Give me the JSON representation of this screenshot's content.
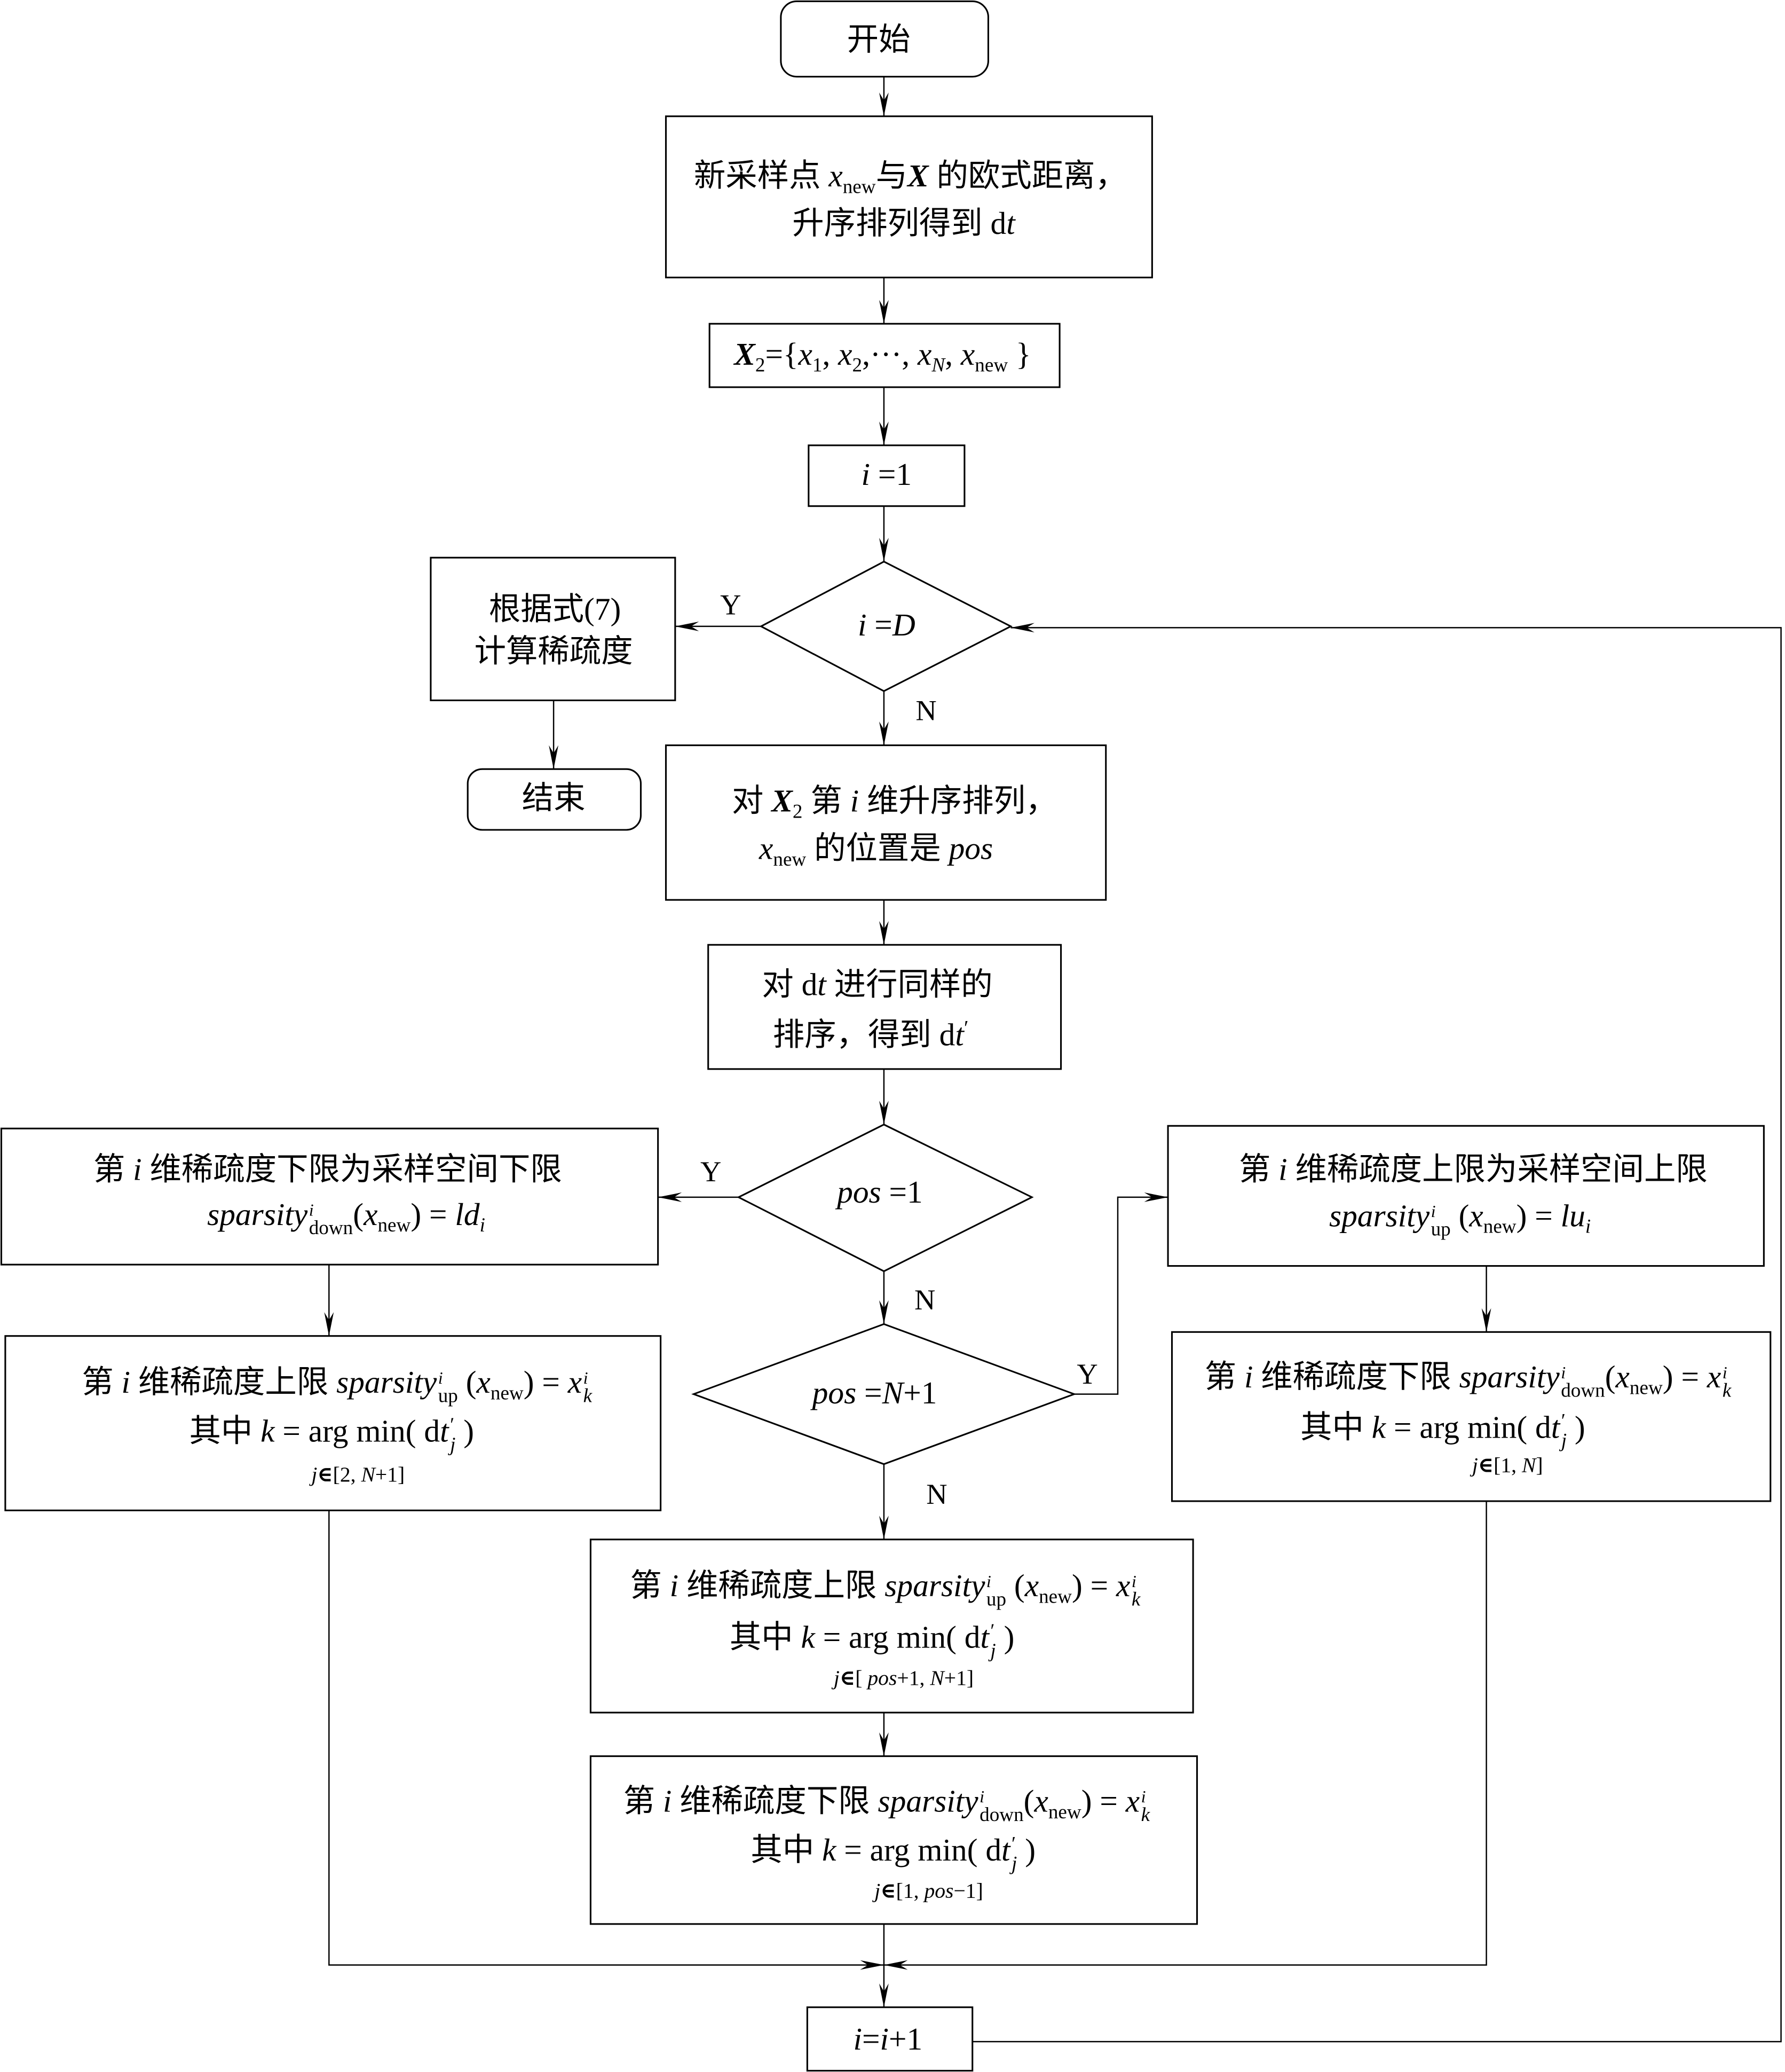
{
  "figure": {
    "type": "flowchart",
    "nodes": {
      "start": {
        "shape": "terminal",
        "lines": [
          [
            "开始"
          ]
        ]
      },
      "compute_distance": {
        "shape": "process",
        "lines": [
          [
            "新采样点 ",
            "x",
            "new",
            "与",
            "X",
            " 的欧式距离，"
          ],
          [
            "升序排列得到 d",
            "t"
          ]
        ]
      },
      "build_x2": {
        "shape": "process",
        "lines": [
          [
            "X",
            "2",
            "={",
            "x",
            "1",
            ", ",
            "x",
            "2",
            ",···, ",
            "x",
            "N",
            ", ",
            "x",
            "new",
            " }"
          ]
        ]
      },
      "init_i": {
        "shape": "process",
        "lines": [
          [
            "i",
            " =1"
          ]
        ]
      },
      "check_i_eq_D": {
        "shape": "decision",
        "lines": [
          [
            "i",
            " =",
            "D"
          ]
        ]
      },
      "compute_sparsity": {
        "shape": "process",
        "lines": [
          [
            "根据式(7)"
          ],
          [
            "计算稀疏度"
          ]
        ]
      },
      "end": {
        "shape": "terminal",
        "lines": [
          [
            "结束"
          ]
        ]
      },
      "sort_dimension": {
        "shape": "process",
        "lines": [
          [
            "对 ",
            "X",
            "2",
            " 第 ",
            "i",
            " 维升序排列，"
          ],
          [
            "x",
            "new",
            " 的位置是 ",
            "pos"
          ]
        ]
      },
      "sort_dt": {
        "shape": "process",
        "lines": [
          [
            "对 d",
            "t",
            " 进行同样的"
          ],
          [
            "排序，得到 d",
            "t",
            "′"
          ]
        ]
      },
      "check_pos_eq_1": {
        "shape": "decision",
        "lines": [
          [
            "pos",
            " =1"
          ]
        ]
      },
      "check_pos_eq_N1": {
        "shape": "decision",
        "lines": [
          [
            "pos",
            " =",
            "N",
            "+1"
          ]
        ]
      },
      "lower_bound_space": {
        "shape": "process",
        "lines": [
          [
            "第 ",
            "i",
            " 维稀疏度下限为采样空间下限"
          ],
          [
            "sparsity",
            "i",
            "down",
            "(",
            "x",
            "new",
            ")",
            " = ",
            "ld",
            "i"
          ]
        ]
      },
      "upper_bound_space": {
        "shape": "process",
        "lines": [
          [
            "第 ",
            "i",
            " 维稀疏度上限为采样空间上限"
          ],
          [
            "sparsity",
            "i",
            "up",
            " (",
            "x",
            "new",
            ")",
            " = ",
            "lu",
            "i"
          ]
        ]
      },
      "upper_bound_first": {
        "shape": "process",
        "lines": [
          [
            "第 ",
            "i",
            " 维稀疏度上限 ",
            "sparsity",
            "i",
            "up",
            " (",
            "x",
            "new",
            ")",
            " = ",
            "x",
            "i",
            "k"
          ],
          [
            "其中 ",
            "k",
            " = arg  min( d",
            "t",
            "′",
            "j",
            " )"
          ],
          [
            "j",
            "∈",
            "[2, ",
            "N",
            "+1]"
          ]
        ]
      },
      "lower_bound_last": {
        "shape": "process",
        "lines": [
          [
            "第 ",
            "i",
            " 维稀疏度下限 ",
            "sparsity",
            "i",
            "down",
            "(",
            "x",
            "new",
            ")",
            " = ",
            "x",
            "i",
            "k"
          ],
          [
            "其中 ",
            "k",
            " = arg  min( d",
            "t",
            "′",
            "j",
            " )"
          ],
          [
            "j",
            "∈",
            "[1, ",
            "N",
            "]"
          ]
        ]
      },
      "upper_bound_middle": {
        "shape": "process",
        "lines": [
          [
            "第 ",
            "i",
            " 维稀疏度上限 ",
            "sparsity",
            "i",
            "up",
            " (",
            "x",
            "new",
            ")",
            " = ",
            "x",
            "i",
            "k"
          ],
          [
            "其中 ",
            "k",
            " = arg  min( d",
            "t",
            "′",
            "j",
            " )"
          ],
          [
            "j",
            "∈",
            "[ ",
            "pos",
            "+1, ",
            "N",
            "+1]"
          ]
        ]
      },
      "lower_bound_middle": {
        "shape": "process",
        "lines": [
          [
            "第 ",
            "i",
            " 维稀疏度下限 ",
            "sparsity",
            "i",
            "down",
            "(",
            "x",
            "new",
            ")",
            " = ",
            "x",
            "i",
            "k"
          ],
          [
            "其中 ",
            "k",
            " = arg  min( d",
            "t",
            "′",
            "j",
            " )"
          ],
          [
            "j",
            "∈",
            "[1, ",
            "pos",
            "−1]"
          ]
        ]
      },
      "increment_i": {
        "shape": "process",
        "lines": [
          [
            "i",
            "=",
            "i",
            "+1"
          ]
        ]
      }
    },
    "edges": [
      {
        "from": "start",
        "to": "compute_distance",
        "label": ""
      },
      {
        "from": "compute_distance",
        "to": "build_x2",
        "label": ""
      },
      {
        "from": "build_x2",
        "to": "init_i",
        "label": ""
      },
      {
        "from": "init_i",
        "to": "check_i_eq_D",
        "label": ""
      },
      {
        "from": "check_i_eq_D",
        "to": "compute_sparsity",
        "label": "Y"
      },
      {
        "from": "compute_sparsity",
        "to": "end",
        "label": ""
      },
      {
        "from": "check_i_eq_D",
        "to": "sort_dimension",
        "label": "N"
      },
      {
        "from": "sort_dimension",
        "to": "sort_dt",
        "label": ""
      },
      {
        "from": "sort_dt",
        "to": "check_pos_eq_1",
        "label": ""
      },
      {
        "from": "check_pos_eq_1",
        "to": "lower_bound_space",
        "label": "Y"
      },
      {
        "from": "lower_bound_space",
        "to": "upper_bound_first",
        "label": ""
      },
      {
        "from": "check_pos_eq_1",
        "to": "check_pos_eq_N1",
        "label": "N"
      },
      {
        "from": "check_pos_eq_N1",
        "to": "upper_bound_space",
        "label": "Y"
      },
      {
        "from": "upper_bound_space",
        "to": "lower_bound_last",
        "label": ""
      },
      {
        "from": "check_pos_eq_N1",
        "to": "upper_bound_middle",
        "label": "N"
      },
      {
        "from": "upper_bound_middle",
        "to": "lower_bound_middle",
        "label": ""
      },
      {
        "from": "upper_bound_first",
        "to": "increment_i",
        "label": ""
      },
      {
        "from": "lower_bound_last",
        "to": "increment_i",
        "label": ""
      },
      {
        "from": "lower_bound_middle",
        "to": "increment_i",
        "label": ""
      },
      {
        "from": "increment_i",
        "to": "check_i_eq_D",
        "label": ""
      }
    ]
  }
}
